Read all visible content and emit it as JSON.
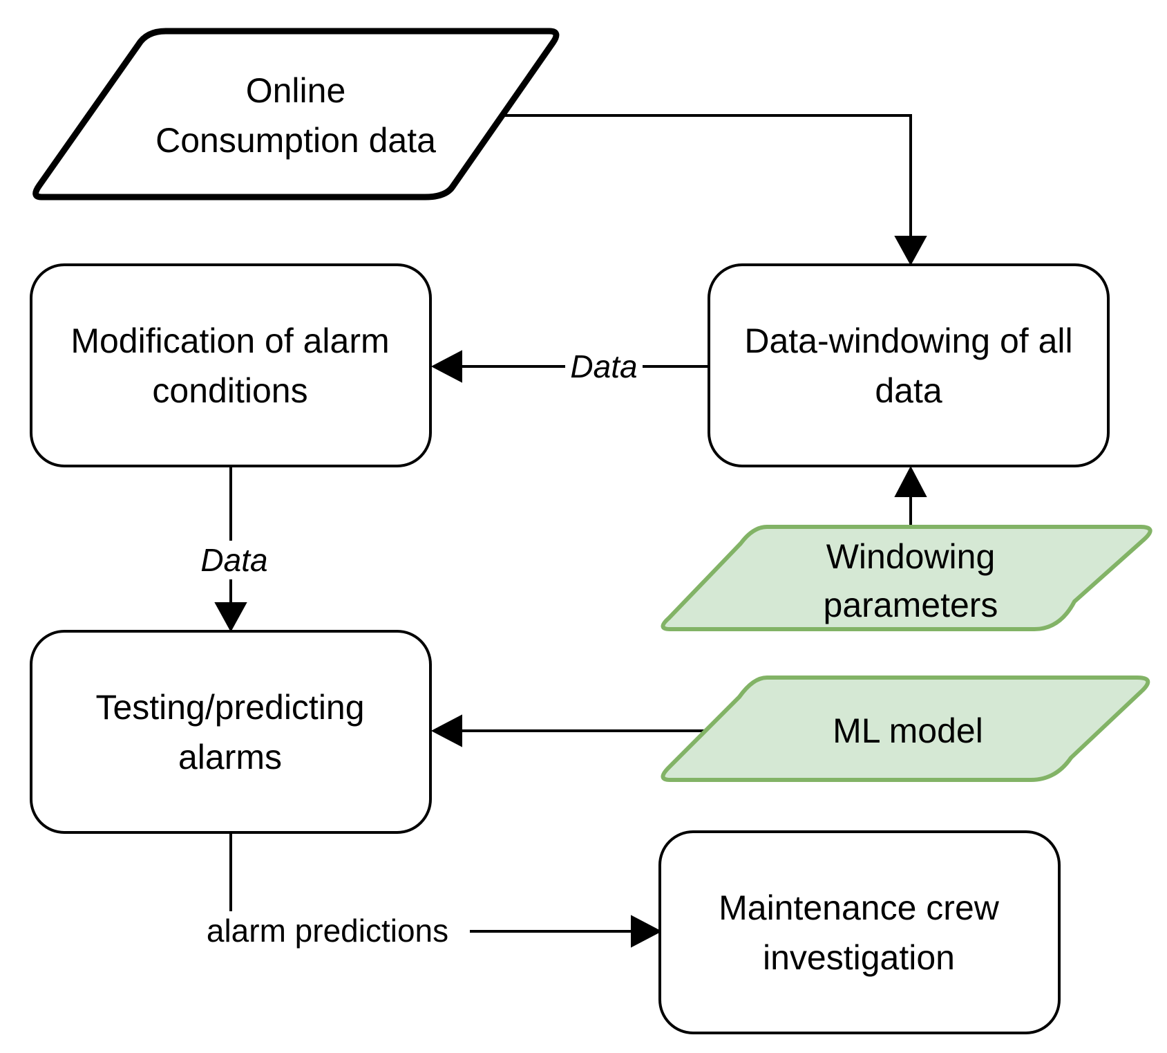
{
  "colors": {
    "io_green_fill": "#d5e8d4",
    "io_green_stroke": "#82b366",
    "stroke": "#000000",
    "background": "#ffffff"
  },
  "nodes": {
    "online_data": {
      "line1": "Online",
      "line2": "Consumption data"
    },
    "data_windowing": {
      "line1": "Data-windowing of all",
      "line2": "data"
    },
    "modification": {
      "line1": "Modification of alarm",
      "line2": "conditions"
    },
    "windowing_params": {
      "line1": "Windowing",
      "line2": "parameters"
    },
    "ml_model": {
      "line1": "ML model"
    },
    "testing": {
      "line1": "Testing/predicting",
      "line2": "alarms"
    },
    "maintenance": {
      "line1": "Maintenance crew",
      "line2": "investigation"
    }
  },
  "edges": {
    "windowing_to_modification": {
      "label": "Data"
    },
    "modification_to_testing": {
      "label": "Data"
    },
    "testing_to_maintenance": {
      "label": "alarm predictions"
    }
  }
}
